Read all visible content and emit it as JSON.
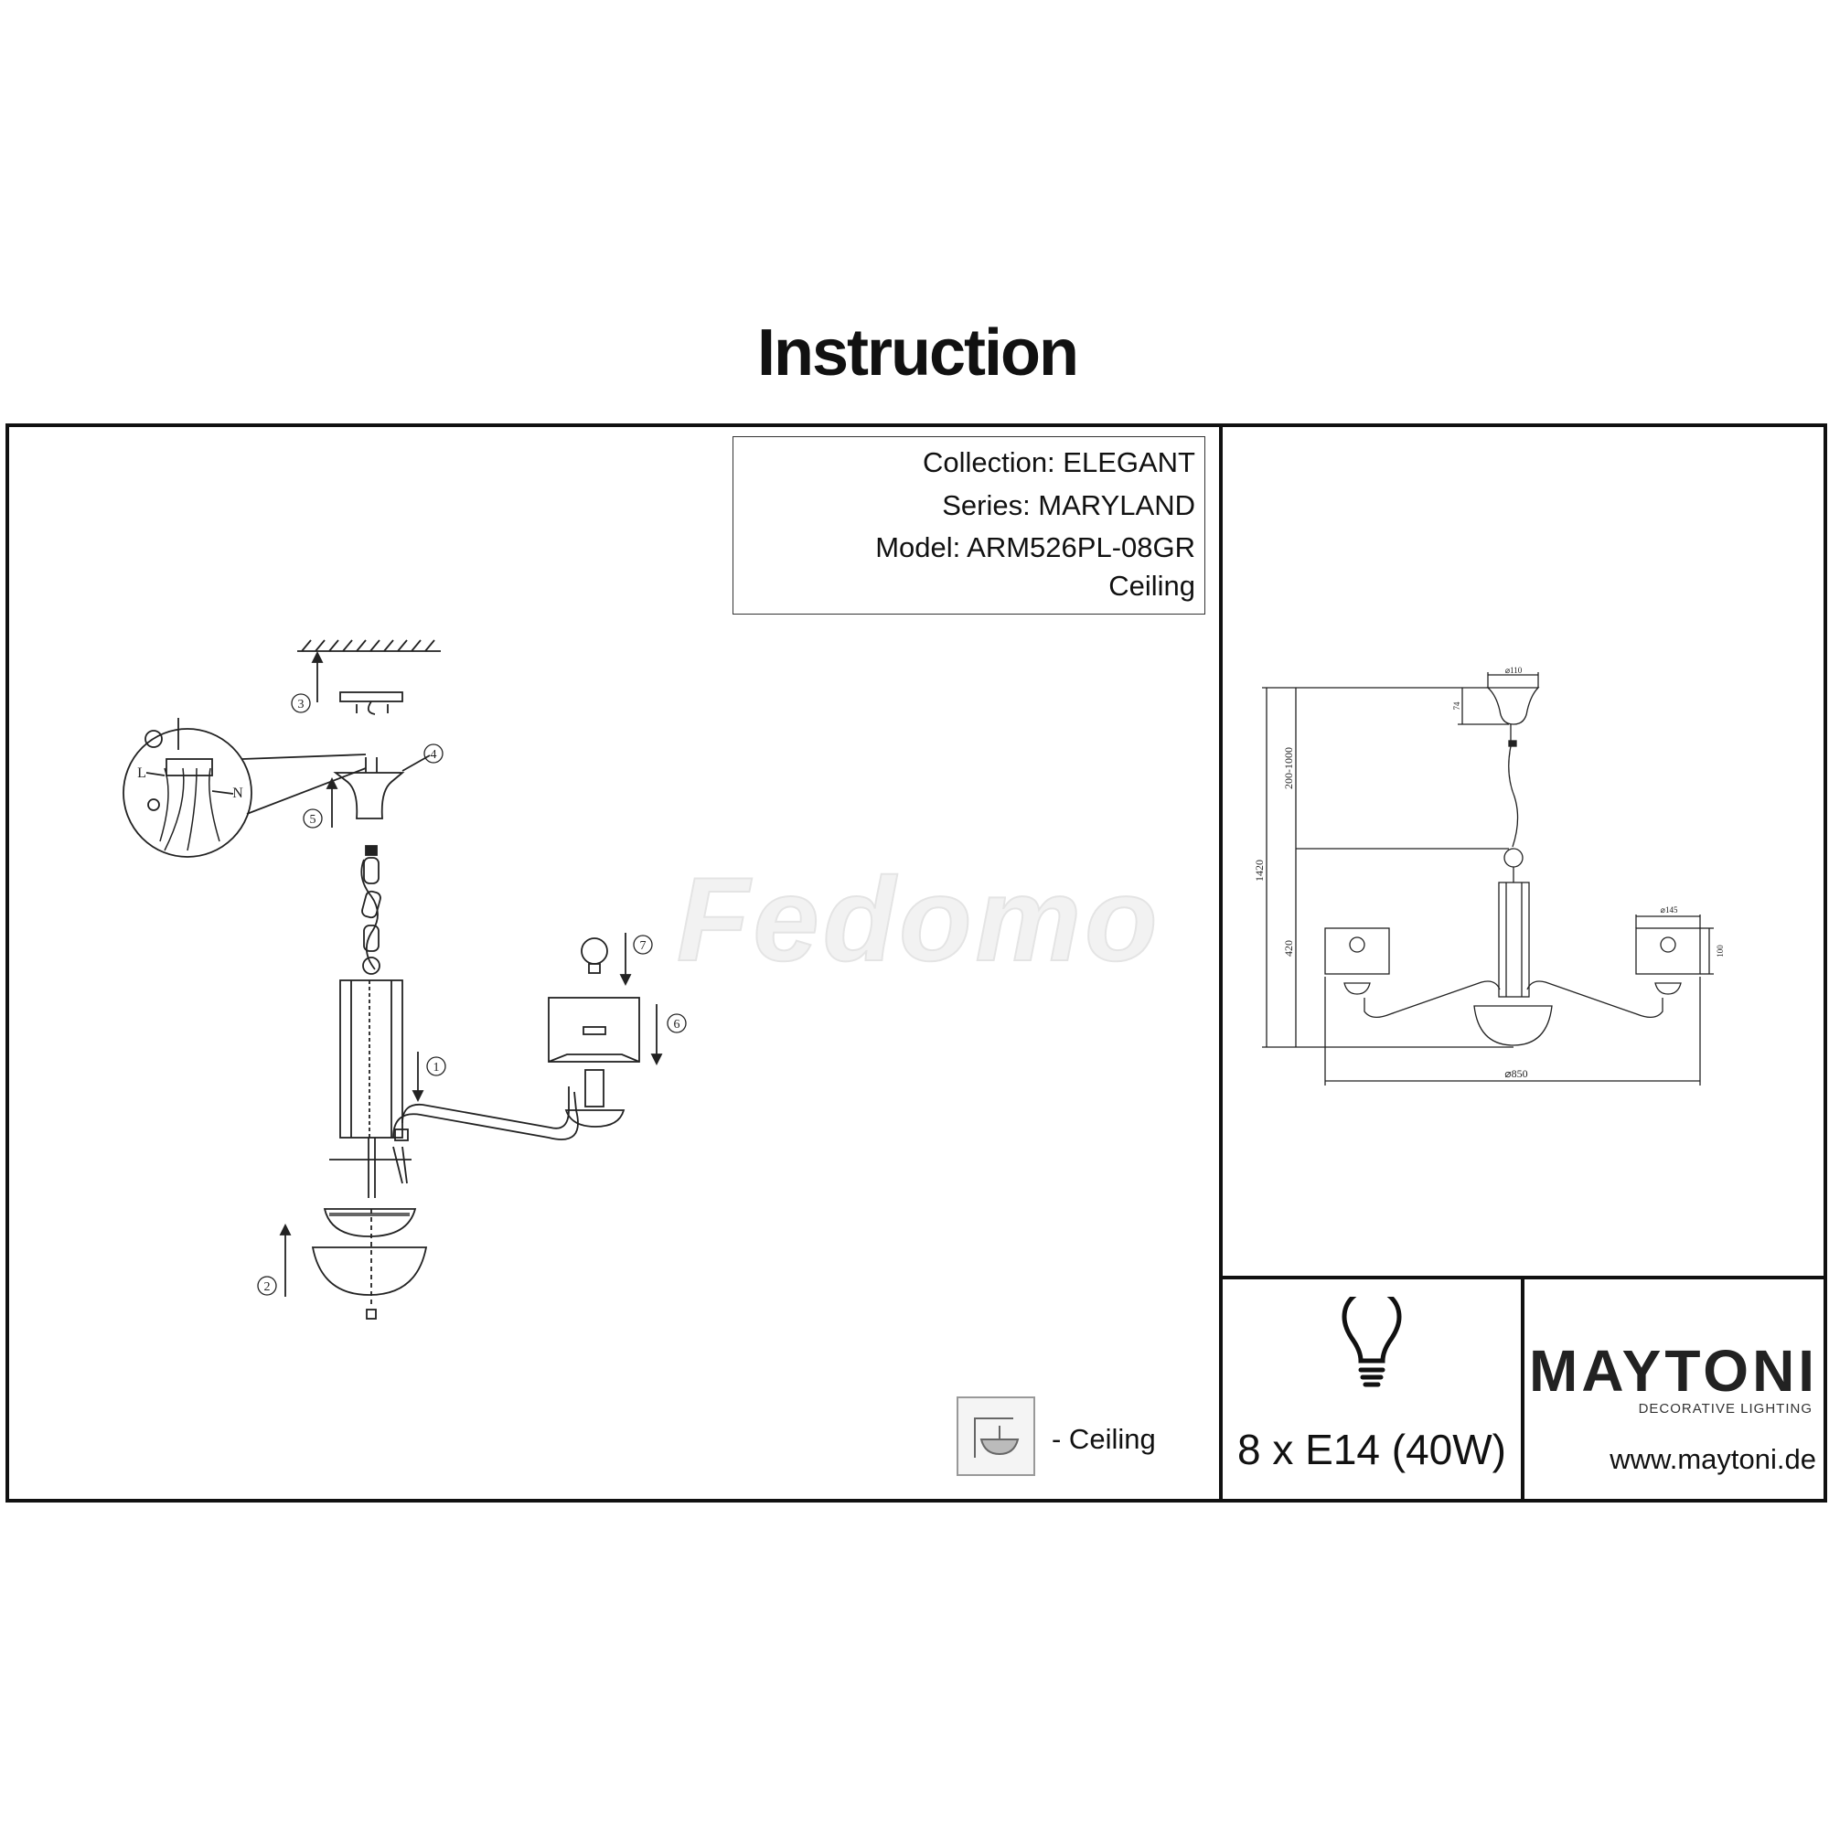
{
  "title": "Instruction",
  "info": {
    "collection": "Collection: ELEGANT",
    "series": "Series: MARYLAND",
    "model": "Model: ARM526PL-08GR",
    "mount": "Ceiling"
  },
  "watermark": "Fedomo",
  "assembly_steps": [
    "1",
    "2",
    "3",
    "4",
    "5",
    "6",
    "7"
  ],
  "wiring_labels": {
    "live": "L",
    "neutral": "N"
  },
  "mount_legend": {
    "icon": "ceiling-mount-icon",
    "label": "- Ceiling"
  },
  "dimensions": {
    "canopy_diameter": "⌀110",
    "canopy_height": "74",
    "chain_length": "200-1000",
    "total_height": "1420",
    "body_height": "420",
    "shade_diameter": "⌀145",
    "shade_height": "100",
    "overall_diameter": "⌀850"
  },
  "bulb": {
    "icon": "light-bulb-icon",
    "spec": "8 x E14 (40W)"
  },
  "brand": {
    "name": "MAYTONI",
    "tagline": "DECORATIVE LIGHTING",
    "website": "www.maytoni.de"
  }
}
